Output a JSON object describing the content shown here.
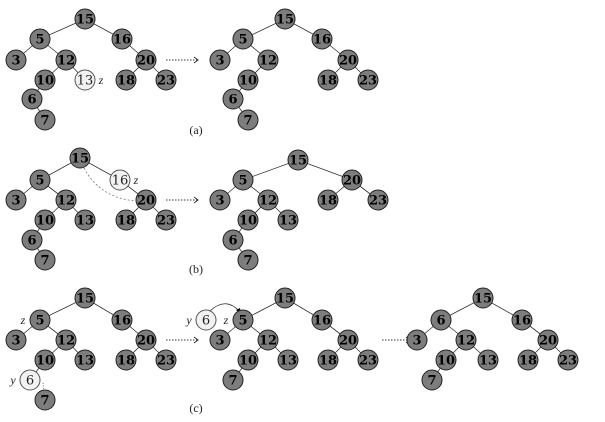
{
  "captions": {
    "a": "(a)",
    "b": "(b)",
    "c": "(c)"
  },
  "trees": [
    {
      "id": "a-before",
      "nodes": [
        [
          "15",
          "dark"
        ],
        [
          "5",
          "dark"
        ],
        [
          "16",
          "dark"
        ],
        [
          "3",
          "dark"
        ],
        [
          "12",
          "dark"
        ],
        [
          "20",
          "dark"
        ],
        [
          "10",
          "dark"
        ],
        [
          "13",
          "light"
        ],
        [
          "18",
          "dark"
        ],
        [
          "23",
          "dark"
        ],
        [
          "6",
          "dark"
        ],
        [
          "7",
          "dark"
        ]
      ],
      "edges": [
        [
          "15",
          "5"
        ],
        [
          "15",
          "16"
        ],
        [
          "5",
          "3"
        ],
        [
          "5",
          "12"
        ],
        [
          "16",
          "20"
        ],
        [
          "12",
          "10"
        ],
        [
          "12",
          "13"
        ],
        [
          "20",
          "18"
        ],
        [
          "20",
          "23"
        ],
        [
          "10",
          "6"
        ],
        [
          "6",
          "7"
        ]
      ],
      "tags": [
        [
          "13",
          "z"
        ]
      ]
    },
    {
      "id": "a-after",
      "nodes": [
        [
          "15",
          "dark"
        ],
        [
          "5",
          "dark"
        ],
        [
          "16",
          "dark"
        ],
        [
          "3",
          "dark"
        ],
        [
          "12",
          "dark"
        ],
        [
          "20",
          "dark"
        ],
        [
          "10",
          "dark"
        ],
        [
          "18",
          "dark"
        ],
        [
          "23",
          "dark"
        ],
        [
          "6",
          "dark"
        ],
        [
          "7",
          "dark"
        ]
      ],
      "edges": [
        [
          "15",
          "5"
        ],
        [
          "15",
          "16"
        ],
        [
          "5",
          "3"
        ],
        [
          "5",
          "12"
        ],
        [
          "16",
          "20"
        ],
        [
          "12",
          "10"
        ],
        [
          "20",
          "18"
        ],
        [
          "20",
          "23"
        ],
        [
          "10",
          "6"
        ],
        [
          "6",
          "7"
        ]
      ],
      "tags": []
    },
    {
      "id": "b-before",
      "nodes": [
        [
          "15",
          "dark"
        ],
        [
          "5",
          "dark"
        ],
        [
          "16",
          "light"
        ],
        [
          "3",
          "dark"
        ],
        [
          "12",
          "dark"
        ],
        [
          "20",
          "dark"
        ],
        [
          "10",
          "dark"
        ],
        [
          "13",
          "dark"
        ],
        [
          "18",
          "dark"
        ],
        [
          "23",
          "dark"
        ],
        [
          "6",
          "dark"
        ],
        [
          "7",
          "dark"
        ]
      ],
      "edges": [
        [
          "15",
          "5"
        ],
        [
          "15",
          "16"
        ],
        [
          "5",
          "3"
        ],
        [
          "5",
          "12"
        ],
        [
          "16",
          "20"
        ],
        [
          "12",
          "10"
        ],
        [
          "12",
          "13"
        ],
        [
          "20",
          "18"
        ],
        [
          "20",
          "23"
        ],
        [
          "10",
          "6"
        ],
        [
          "6",
          "7"
        ]
      ],
      "tags": [
        [
          "16",
          "z"
        ]
      ]
    },
    {
      "id": "b-after",
      "nodes": [
        [
          "15",
          "dark"
        ],
        [
          "5",
          "dark"
        ],
        [
          "20",
          "dark"
        ],
        [
          "3",
          "dark"
        ],
        [
          "12",
          "dark"
        ],
        [
          "18",
          "dark"
        ],
        [
          "23",
          "dark"
        ],
        [
          "10",
          "dark"
        ],
        [
          "13",
          "dark"
        ],
        [
          "6",
          "dark"
        ],
        [
          "7",
          "dark"
        ]
      ],
      "edges": [
        [
          "15",
          "5"
        ],
        [
          "15",
          "20"
        ],
        [
          "5",
          "3"
        ],
        [
          "5",
          "12"
        ],
        [
          "20",
          "18"
        ],
        [
          "20",
          "23"
        ],
        [
          "12",
          "10"
        ],
        [
          "12",
          "13"
        ],
        [
          "10",
          "6"
        ],
        [
          "6",
          "7"
        ]
      ],
      "tags": []
    },
    {
      "id": "c-before",
      "nodes": [
        [
          "15",
          "dark"
        ],
        [
          "5",
          "dark"
        ],
        [
          "16",
          "dark"
        ],
        [
          "3",
          "dark"
        ],
        [
          "12",
          "dark"
        ],
        [
          "20",
          "dark"
        ],
        [
          "10",
          "dark"
        ],
        [
          "13",
          "dark"
        ],
        [
          "18",
          "dark"
        ],
        [
          "23",
          "dark"
        ],
        [
          "6",
          "light"
        ],
        [
          "7",
          "dark"
        ]
      ],
      "edges": [
        [
          "15",
          "5"
        ],
        [
          "15",
          "16"
        ],
        [
          "5",
          "3"
        ],
        [
          "5",
          "12"
        ],
        [
          "16",
          "20"
        ],
        [
          "12",
          "10"
        ],
        [
          "12",
          "13"
        ],
        [
          "20",
          "18"
        ],
        [
          "20",
          "23"
        ],
        [
          "10",
          "6"
        ]
      ],
      "tags": [
        [
          "5",
          "z"
        ],
        [
          "6",
          "y"
        ]
      ]
    },
    {
      "id": "c-mid",
      "nodes": [
        [
          "6",
          "light"
        ],
        [
          "15",
          "dark"
        ],
        [
          "5",
          "dark"
        ],
        [
          "16",
          "dark"
        ],
        [
          "3",
          "dark"
        ],
        [
          "12",
          "dark"
        ],
        [
          "20",
          "dark"
        ],
        [
          "10",
          "dark"
        ],
        [
          "13",
          "dark"
        ],
        [
          "18",
          "dark"
        ],
        [
          "23",
          "dark"
        ],
        [
          "7",
          "dark"
        ]
      ],
      "edges": [
        [
          "15",
          "5"
        ],
        [
          "15",
          "16"
        ],
        [
          "5",
          "3"
        ],
        [
          "5",
          "12"
        ],
        [
          "16",
          "20"
        ],
        [
          "12",
          "10"
        ],
        [
          "12",
          "13"
        ],
        [
          "20",
          "18"
        ],
        [
          "20",
          "23"
        ],
        [
          "10",
          "7"
        ]
      ],
      "tags": [
        [
          "6",
          "y"
        ],
        [
          "5",
          "z"
        ]
      ]
    },
    {
      "id": "c-after",
      "nodes": [
        [
          "15",
          "dark"
        ],
        [
          "6",
          "dark"
        ],
        [
          "16",
          "dark"
        ],
        [
          "3",
          "dark"
        ],
        [
          "12",
          "dark"
        ],
        [
          "20",
          "dark"
        ],
        [
          "10",
          "dark"
        ],
        [
          "13",
          "dark"
        ],
        [
          "18",
          "dark"
        ],
        [
          "23",
          "dark"
        ],
        [
          "7",
          "dark"
        ]
      ],
      "edges": [
        [
          "15",
          "6"
        ],
        [
          "15",
          "16"
        ],
        [
          "6",
          "3"
        ],
        [
          "6",
          "12"
        ],
        [
          "16",
          "20"
        ],
        [
          "12",
          "10"
        ],
        [
          "12",
          "13"
        ],
        [
          "20",
          "18"
        ],
        [
          "20",
          "23"
        ],
        [
          "10",
          "7"
        ]
      ],
      "tags": []
    }
  ]
}
